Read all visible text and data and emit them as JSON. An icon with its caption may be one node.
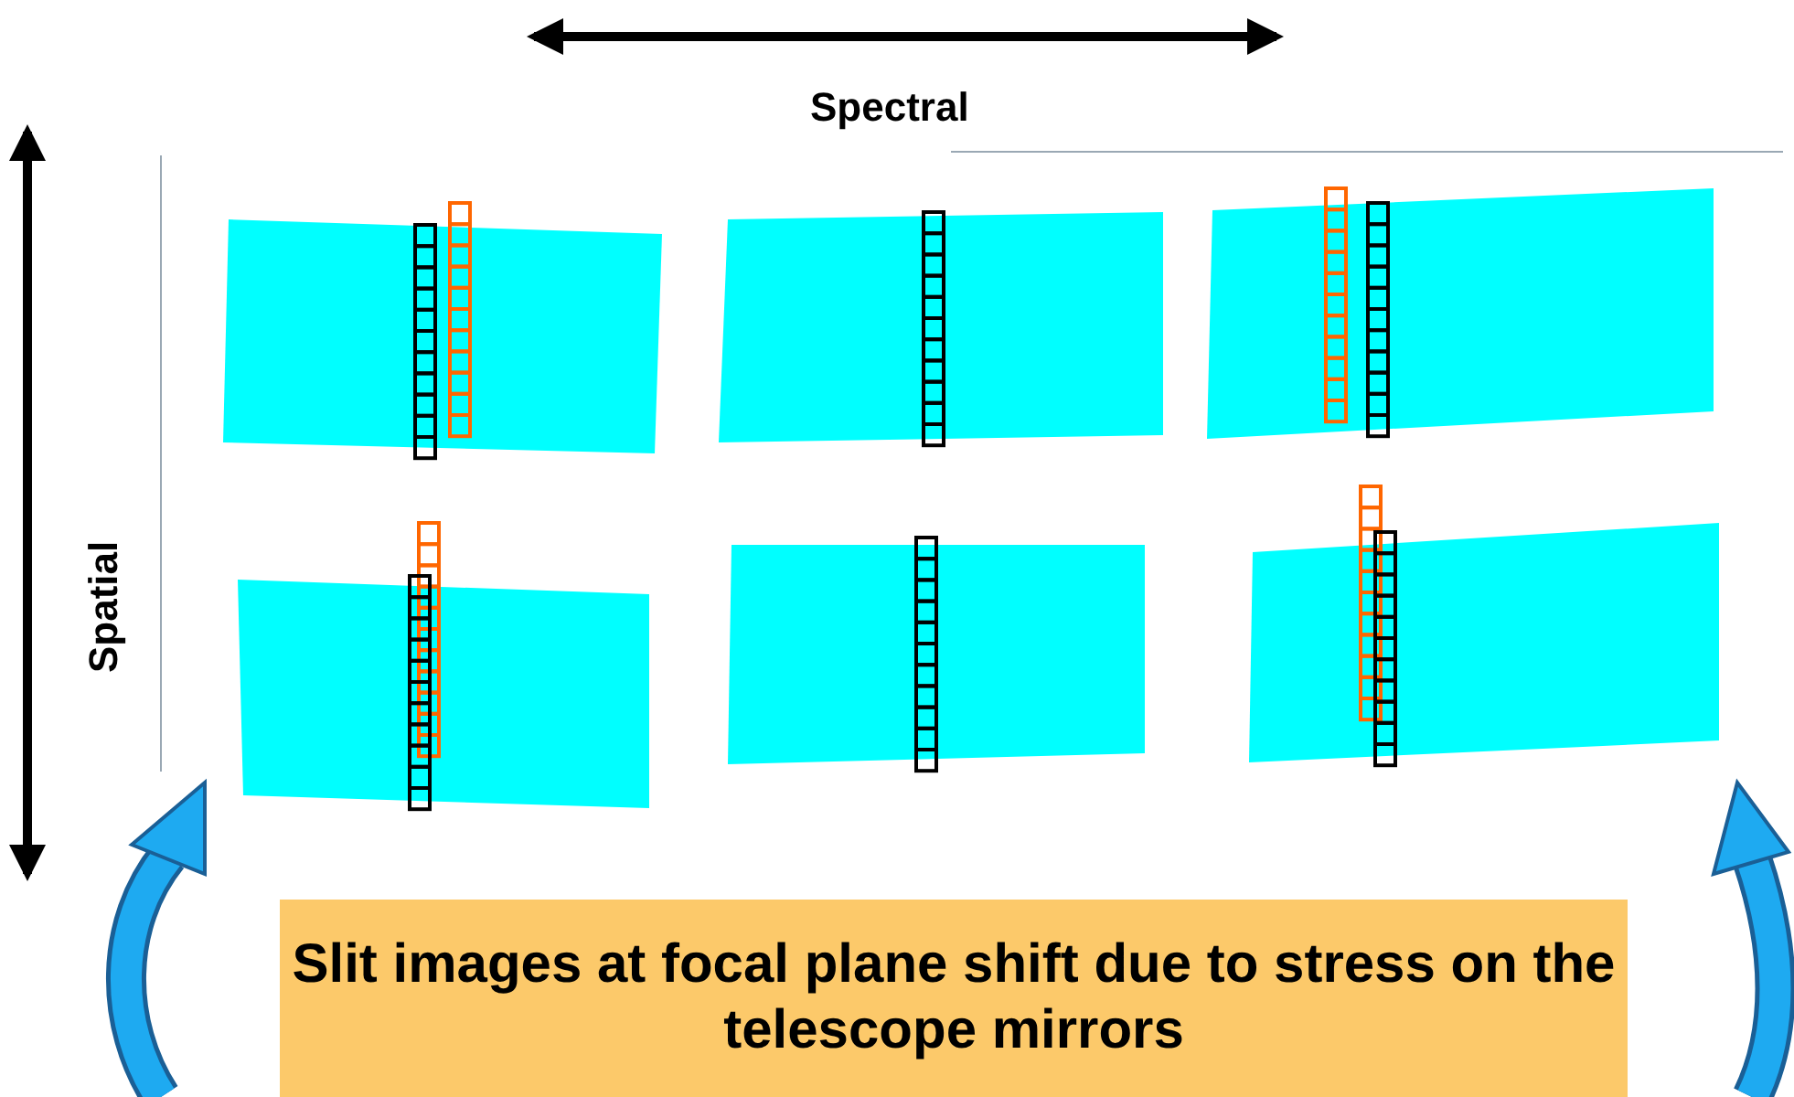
{
  "diagram": {
    "nodes": [
      {
        "text": [
          "Slit images at focal plane shift due to stress on the telescope mirrors"
        ]
      }
    ],
    "edges": [],
    "labels": [
      "Spectral",
      "Spatial"
    ]
  }
}
